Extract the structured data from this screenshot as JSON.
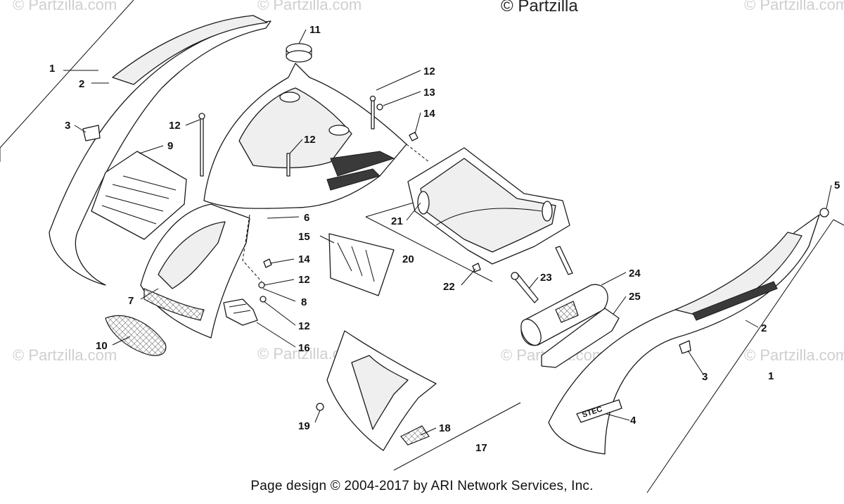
{
  "watermark": {
    "top_right": "© Partzilla",
    "repeated": "© Partzilla.com"
  },
  "callouts": [
    {
      "id": "c1a",
      "label": "1"
    },
    {
      "id": "c2a",
      "label": "2"
    },
    {
      "id": "c3a",
      "label": "3"
    },
    {
      "id": "c9",
      "label": "9"
    },
    {
      "id": "c11",
      "label": "11"
    },
    {
      "id": "c12a",
      "label": "12"
    },
    {
      "id": "c12b",
      "label": "12"
    },
    {
      "id": "c12c",
      "label": "12"
    },
    {
      "id": "c13",
      "label": "13"
    },
    {
      "id": "c14a",
      "label": "14"
    },
    {
      "id": "c6",
      "label": "6"
    },
    {
      "id": "c15",
      "label": "15"
    },
    {
      "id": "c14b",
      "label": "14"
    },
    {
      "id": "c12d",
      "label": "12"
    },
    {
      "id": "c7",
      "label": "7"
    },
    {
      "id": "c8",
      "label": "8"
    },
    {
      "id": "c12e",
      "label": "12"
    },
    {
      "id": "c10",
      "label": "10"
    },
    {
      "id": "c16",
      "label": "16"
    },
    {
      "id": "c21",
      "label": "21"
    },
    {
      "id": "c20",
      "label": "20"
    },
    {
      "id": "c22",
      "label": "22"
    },
    {
      "id": "c23",
      "label": "23"
    },
    {
      "id": "c24",
      "label": "24"
    },
    {
      "id": "c25",
      "label": "25"
    },
    {
      "id": "c5",
      "label": "5"
    },
    {
      "id": "c2b",
      "label": "2"
    },
    {
      "id": "c3b",
      "label": "3"
    },
    {
      "id": "c1b",
      "label": "1"
    },
    {
      "id": "c4",
      "label": "4"
    },
    {
      "id": "c18",
      "label": "18"
    },
    {
      "id": "c19",
      "label": "19"
    },
    {
      "id": "c17",
      "label": "17"
    }
  ],
  "decal_text": "STEC",
  "footer": "Page design © 2004-2017 by ARI Network Services, Inc."
}
